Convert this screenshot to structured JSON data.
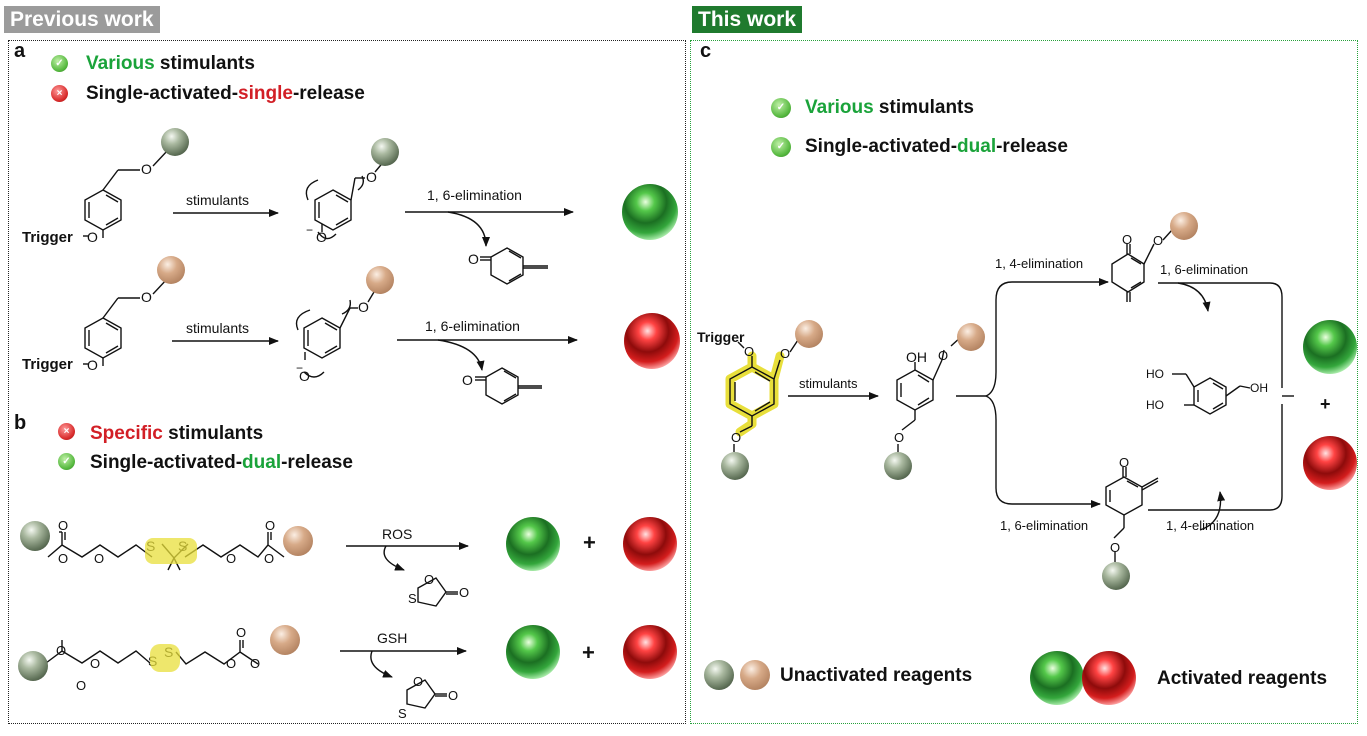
{
  "header": {
    "previous_work": "Previous work",
    "this_work": "This work"
  },
  "panel_a": {
    "label": "a",
    "legend": [
      {
        "status": "check",
        "highlight": "Various",
        "rest": " stimulants",
        "color": "#1aa33a"
      },
      {
        "status": "cross",
        "pre": "Single-activated-",
        "highlight": "single",
        "post": "-release",
        "color": "#d21f26"
      }
    ],
    "trigger": "Trigger",
    "arrow_stimulants": "stimulants",
    "arrow_elimination": "1, 6-elimination"
  },
  "panel_b": {
    "label": "b",
    "legend": [
      {
        "status": "cross",
        "highlight": "Specific",
        "rest": " stimulants",
        "color": "#d21f26"
      },
      {
        "status": "check",
        "pre": "Single-activated-",
        "highlight": "dual",
        "post": "-release",
        "color": "#1aa33a"
      }
    ],
    "ros": "ROS",
    "gsh": "GSH",
    "plus": "+"
  },
  "panel_c": {
    "label": "c",
    "legend": [
      {
        "status": "check",
        "highlight": "Various",
        "rest": " stimulants",
        "color": "#1aa33a"
      },
      {
        "status": "check",
        "pre": "Single-activated-",
        "highlight": "dual",
        "post": "-release",
        "color": "#1aa33a"
      }
    ],
    "trigger": "Trigger",
    "stimulants": "stimulants",
    "elim_14": "1, 4-elimination",
    "elim_16": "1, 6-elimination",
    "plus": "+",
    "unactivated": "Unactivated reagents",
    "activated": "Activated reagents"
  },
  "atoms": {
    "O": "O",
    "S": "S",
    "OH": "OH",
    "HO": "HO",
    "minus": "−"
  },
  "colors": {
    "highlight_yellow": "#e8df3b",
    "green_text": "#1aa33a",
    "red_text": "#d21f26",
    "this_work_banner": "#1f7a2e",
    "previous_banner": "#9b9b9b"
  }
}
